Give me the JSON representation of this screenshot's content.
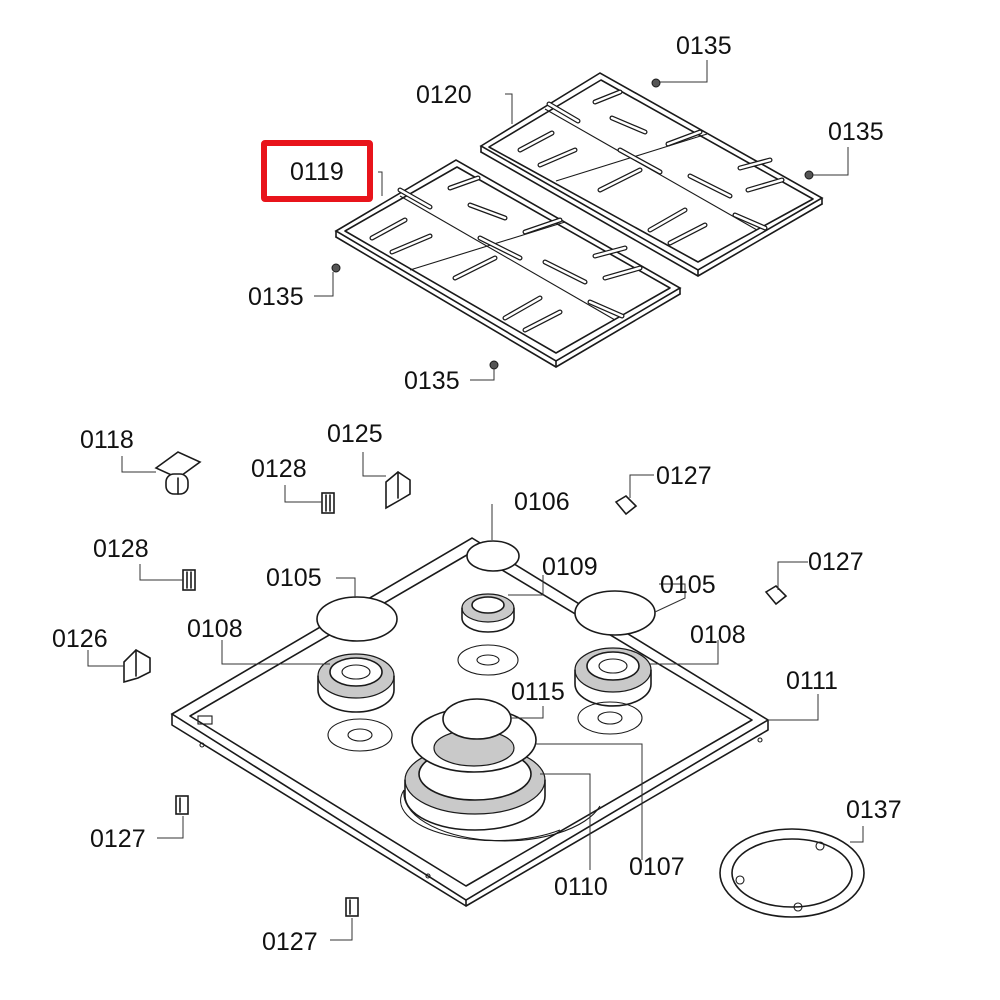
{
  "diagram": {
    "highlight_color": "#e8141b",
    "highlighted_part": "0119",
    "labels": {
      "p0135_top": "0135",
      "p0120": "0120",
      "p0135_right": "0135",
      "p0119": "0119",
      "p0135_left": "0135",
      "p0135_bottom": "0135",
      "p0118": "0118",
      "p0125": "0125",
      "p0128_upper": "0128",
      "p0106": "0106",
      "p0127_upper": "0127",
      "p0128_lower": "0128",
      "p0109": "0109",
      "p0127_right": "0127",
      "p0105_left": "0105",
      "p0105_right": "0105",
      "p0126": "0126",
      "p0108_left": "0108",
      "p0108_right": "0108",
      "p0115": "0115",
      "p0111": "0111",
      "p0137": "0137",
      "p0127_left": "0127",
      "p0107": "0107",
      "p0110": "0110",
      "p0127_bottom": "0127"
    }
  }
}
